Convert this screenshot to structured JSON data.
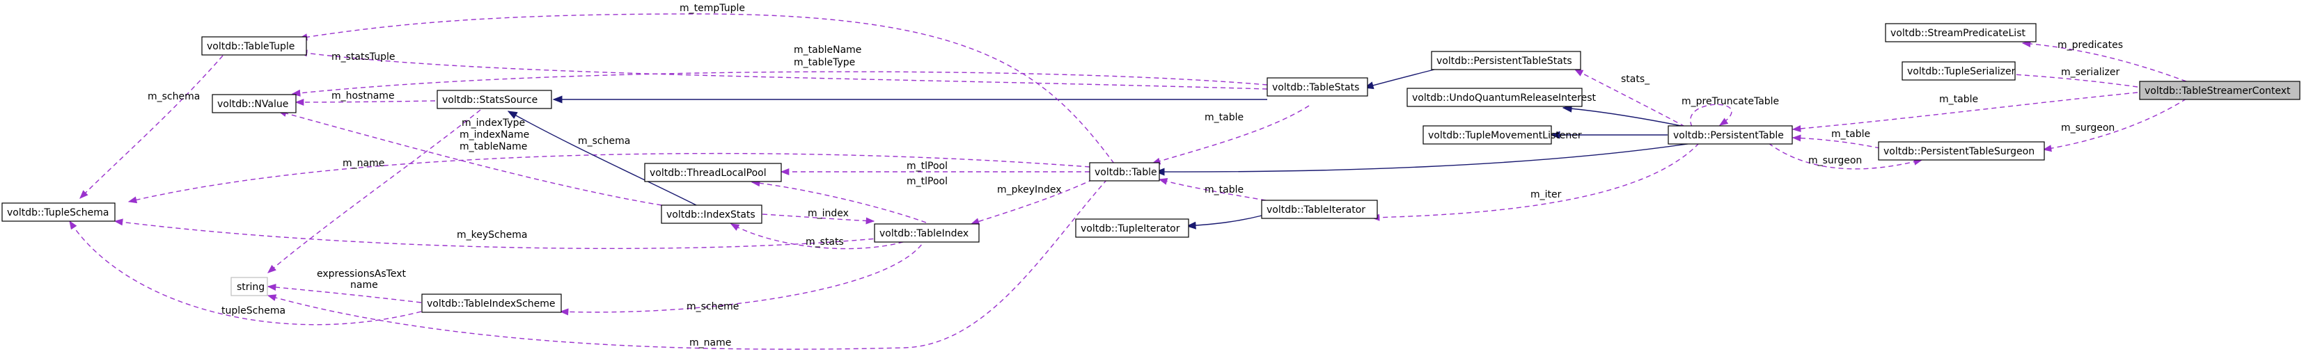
{
  "classes": {
    "table_streamer_context": "voltdb::TableStreamerContext",
    "stream_predicate_list": "voltdb::StreamPredicateList",
    "tuple_serializer": "voltdb::TupleSerializer",
    "persistent_table_surgeon": "voltdb::PersistentTableSurgeon",
    "persistent_table": "voltdb::PersistentTable",
    "persistent_table_stats": "voltdb::PersistentTableStats",
    "undo_quantum_release_interest": "voltdb::UndoQuantumReleaseInterest",
    "tuple_movement_listener": "voltdb::TupleMovementListener",
    "table_stats": "voltdb::TableStats",
    "table": "voltdb::Table",
    "table_iterator": "voltdb::TableIterator",
    "tuple_iterator": "voltdb::TupleIterator",
    "thread_local_pool": "voltdb::ThreadLocalPool",
    "index_stats": "voltdb::IndexStats",
    "table_index": "voltdb::TableIndex",
    "stats_source": "voltdb::StatsSource",
    "table_tuple": "voltdb::TableTuple",
    "nvalue": "voltdb::NValue",
    "tuple_schema": "voltdb::TupleSchema",
    "string_type": "string",
    "table_index_scheme": "voltdb::TableIndexScheme"
  },
  "edge_labels": {
    "m_predicates": "m_predicates",
    "m_serializer": "m_serializer",
    "m_table_top": "m_table",
    "m_surgeon": "m_surgeon",
    "m_table_surgeon": "m_table",
    "m_surgeon_pt": "m_surgeon",
    "m_preTruncateTable": "m_preTruncateTable",
    "stats": "stats_",
    "m_iter": "m_iter",
    "m_table_iter": "m_table",
    "m_table_stats": "m_table",
    "m_tableName_top": "m_tableName",
    "m_tableType": "m_tableType",
    "m_tempTuple": "m_tempTuple",
    "m_statsTuple": "m_statsTuple",
    "m_hostname": "m_hostname",
    "m_schema_tt": "m_schema",
    "m_schema_table": "m_schema",
    "m_indexType": "m_indexType",
    "m_indexName": "m_indexName",
    "m_tableName_mid": "m_tableName",
    "m_name_stats": "m_name",
    "m_tlPool_table": "m_tlPool",
    "m_tlPool_index": "m_tlPool",
    "m_pkeyIndex": "m_pkeyIndex",
    "m_index": "m_index",
    "m_stats": "m_stats",
    "m_keySchema": "m_keySchema",
    "m_scheme": "m_scheme",
    "expressionsAsText": "expressionsAsText",
    "name": "name",
    "tupleSchema": "tupleSchema",
    "m_name_table": "m_name"
  },
  "colors": {
    "usage_edge": "#9a32cd",
    "inheritance_edge": "#191970",
    "focus_node_fill": "#bfbfbf"
  }
}
